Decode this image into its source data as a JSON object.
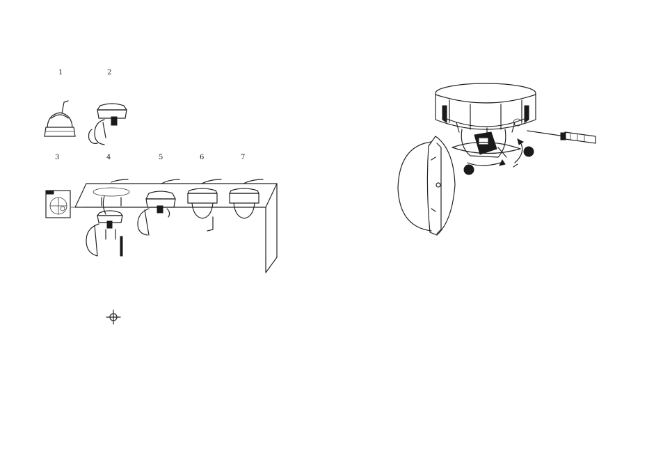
{
  "figure": {
    "step_labels": [
      "1",
      "2",
      "3",
      "4",
      "5",
      "6",
      "7"
    ]
  },
  "icons": {
    "crosshair": "crosshair-icon",
    "screwdriver": "screwdriver-icon",
    "rotation_arrow": "rotation-arrow-icon"
  },
  "colors": {
    "line": "#222222",
    "background": "#ffffff",
    "marker": "#1a1a1a"
  }
}
